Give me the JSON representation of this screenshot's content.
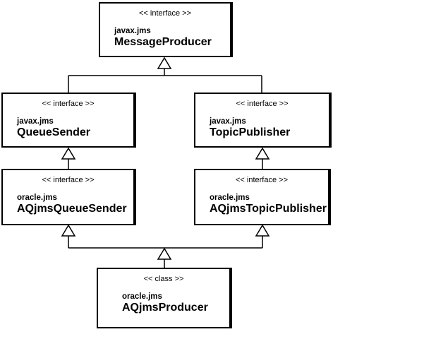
{
  "diagram": {
    "type": "uml-class-diagram",
    "colors": {
      "background": "#ffffff",
      "line": "#000000",
      "text": "#000000"
    },
    "nodes": [
      {
        "id": "messageproducer",
        "stereotype": "<< interface >>",
        "package": "javax.jms",
        "name": "MessageProducer"
      },
      {
        "id": "queuesender",
        "stereotype": "<< interface >>",
        "package": "javax.jms",
        "name": "QueueSender"
      },
      {
        "id": "topicpublisher",
        "stereotype": "<< interface >>",
        "package": "javax.jms",
        "name": "TopicPublisher"
      },
      {
        "id": "aqjmsqueuesender",
        "stereotype": "<< interface >>",
        "package": "oracle.jms",
        "name": "AQjmsQueueSender"
      },
      {
        "id": "aqjmstopicpublisher",
        "stereotype": "<< interface >>",
        "package": "oracle.jms",
        "name": "AQjmsTopicPublisher"
      },
      {
        "id": "aqjmsproducer",
        "stereotype": "<< class >>",
        "package": "oracle.jms",
        "name": "AQjmsProducer"
      }
    ],
    "relationships": [
      {
        "type": "generalization",
        "from": "QueueSender",
        "to": "MessageProducer"
      },
      {
        "type": "generalization",
        "from": "TopicPublisher",
        "to": "MessageProducer"
      },
      {
        "type": "generalization",
        "from": "AQjmsQueueSender",
        "to": "QueueSender"
      },
      {
        "type": "generalization",
        "from": "AQjmsTopicPublisher",
        "to": "TopicPublisher"
      },
      {
        "type": "generalization",
        "from": "AQjmsProducer",
        "to": "AQjmsQueueSender"
      },
      {
        "type": "generalization",
        "from": "AQjmsProducer",
        "to": "AQjmsTopicPublisher"
      }
    ]
  }
}
